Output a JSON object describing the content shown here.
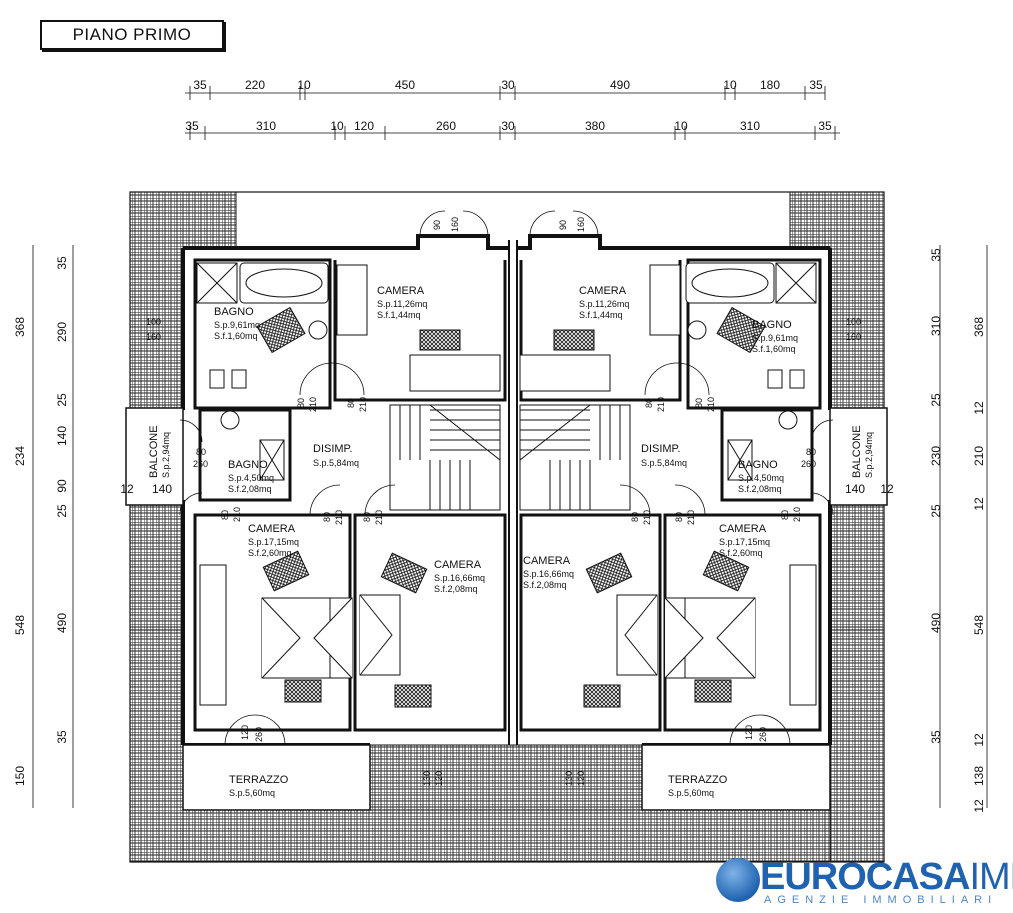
{
  "title": "PIANO PRIMO",
  "dims": {
    "top_row1": [
      "35",
      "220",
      "10",
      "450",
      "30",
      "490",
      "10",
      "180",
      "35"
    ],
    "top_row2": [
      "35",
      "310",
      "10",
      "120",
      "260",
      "30",
      "380",
      "10",
      "310",
      "35"
    ],
    "left_outer": [
      "368",
      "234",
      "548",
      "150"
    ],
    "left_inner": [
      "35",
      "290",
      "25",
      "140",
      "90",
      "25",
      "490",
      "35"
    ],
    "right_inner": [
      "35",
      "310",
      "25",
      "230",
      "25",
      "490",
      "35",
      "138",
      "12"
    ],
    "right_outer": [
      "368",
      "12",
      "210",
      "12",
      "548",
      "12"
    ],
    "balcony_left": [
      "12",
      "140"
    ],
    "balcony_right": [
      "140",
      "12"
    ]
  },
  "rooms": {
    "bagno_l": {
      "name": "BAGNO",
      "sp": "S.p.9,61mq",
      "sf": "S.f.1,60mq"
    },
    "bagno_r": {
      "name": "BAGNO",
      "sp": "S.p.9,61mq",
      "sf": "S.f.1,60mq"
    },
    "camera_tl": {
      "name": "CAMERA",
      "sp": "S.p.11,26mq",
      "sf": "S.f.1,44mq"
    },
    "camera_tr": {
      "name": "CAMERA",
      "sp": "S.p.11,26mq",
      "sf": "S.f.1,44mq"
    },
    "disimp_l": {
      "name": "DISIMP.",
      "sp": "S.p.5,84mq"
    },
    "disimp_r": {
      "name": "DISIMP.",
      "sp": "S.p.5,84mq"
    },
    "bagno2_l": {
      "name": "BAGNO",
      "sp": "S.p.4,50mq",
      "sf": "S.f.2,08mq"
    },
    "bagno2_r": {
      "name": "BAGNO",
      "sp": "S.p.4,50mq",
      "sf": "S.f.2,08mq"
    },
    "balcone_l": {
      "name": "BALCONE",
      "sp": "S.p.2,94mq"
    },
    "balcone_r": {
      "name": "BALCONE",
      "sp": "S.p.2,94mq"
    },
    "camera_bl": {
      "name": "CAMERA",
      "sp": "S.p.17,15mq",
      "sf": "S.f.2,60mq"
    },
    "camera_br": {
      "name": "CAMERA",
      "sp": "S.p.17,15mq",
      "sf": "S.f.2,60mq"
    },
    "camera_cl": {
      "name": "CAMERA",
      "sp": "S.p.16,66mq",
      "sf": "S.f.2,08mq"
    },
    "camera_cr": {
      "name": "CAMERA",
      "sp": "S.p.16,66mq",
      "sf": "S.f.2,08mq"
    },
    "terrazzo_l": {
      "name": "TERRAZZO",
      "sp": "S.p.5,60mq"
    },
    "terrazzo_r": {
      "name": "TERRAZZO",
      "sp": "S.p.5,60mq"
    }
  },
  "openings": {
    "w90": "90",
    "w160": "160",
    "d80": "80",
    "d210": "210",
    "d260": "260",
    "d120": "120",
    "w100": "100",
    "h160": "160",
    "s130": "130",
    "s120": "120"
  },
  "logo": {
    "main": "EUROCASA",
    "suffix": "IMM",
    "sub": "AGENZIE IMMOBILIARI"
  }
}
